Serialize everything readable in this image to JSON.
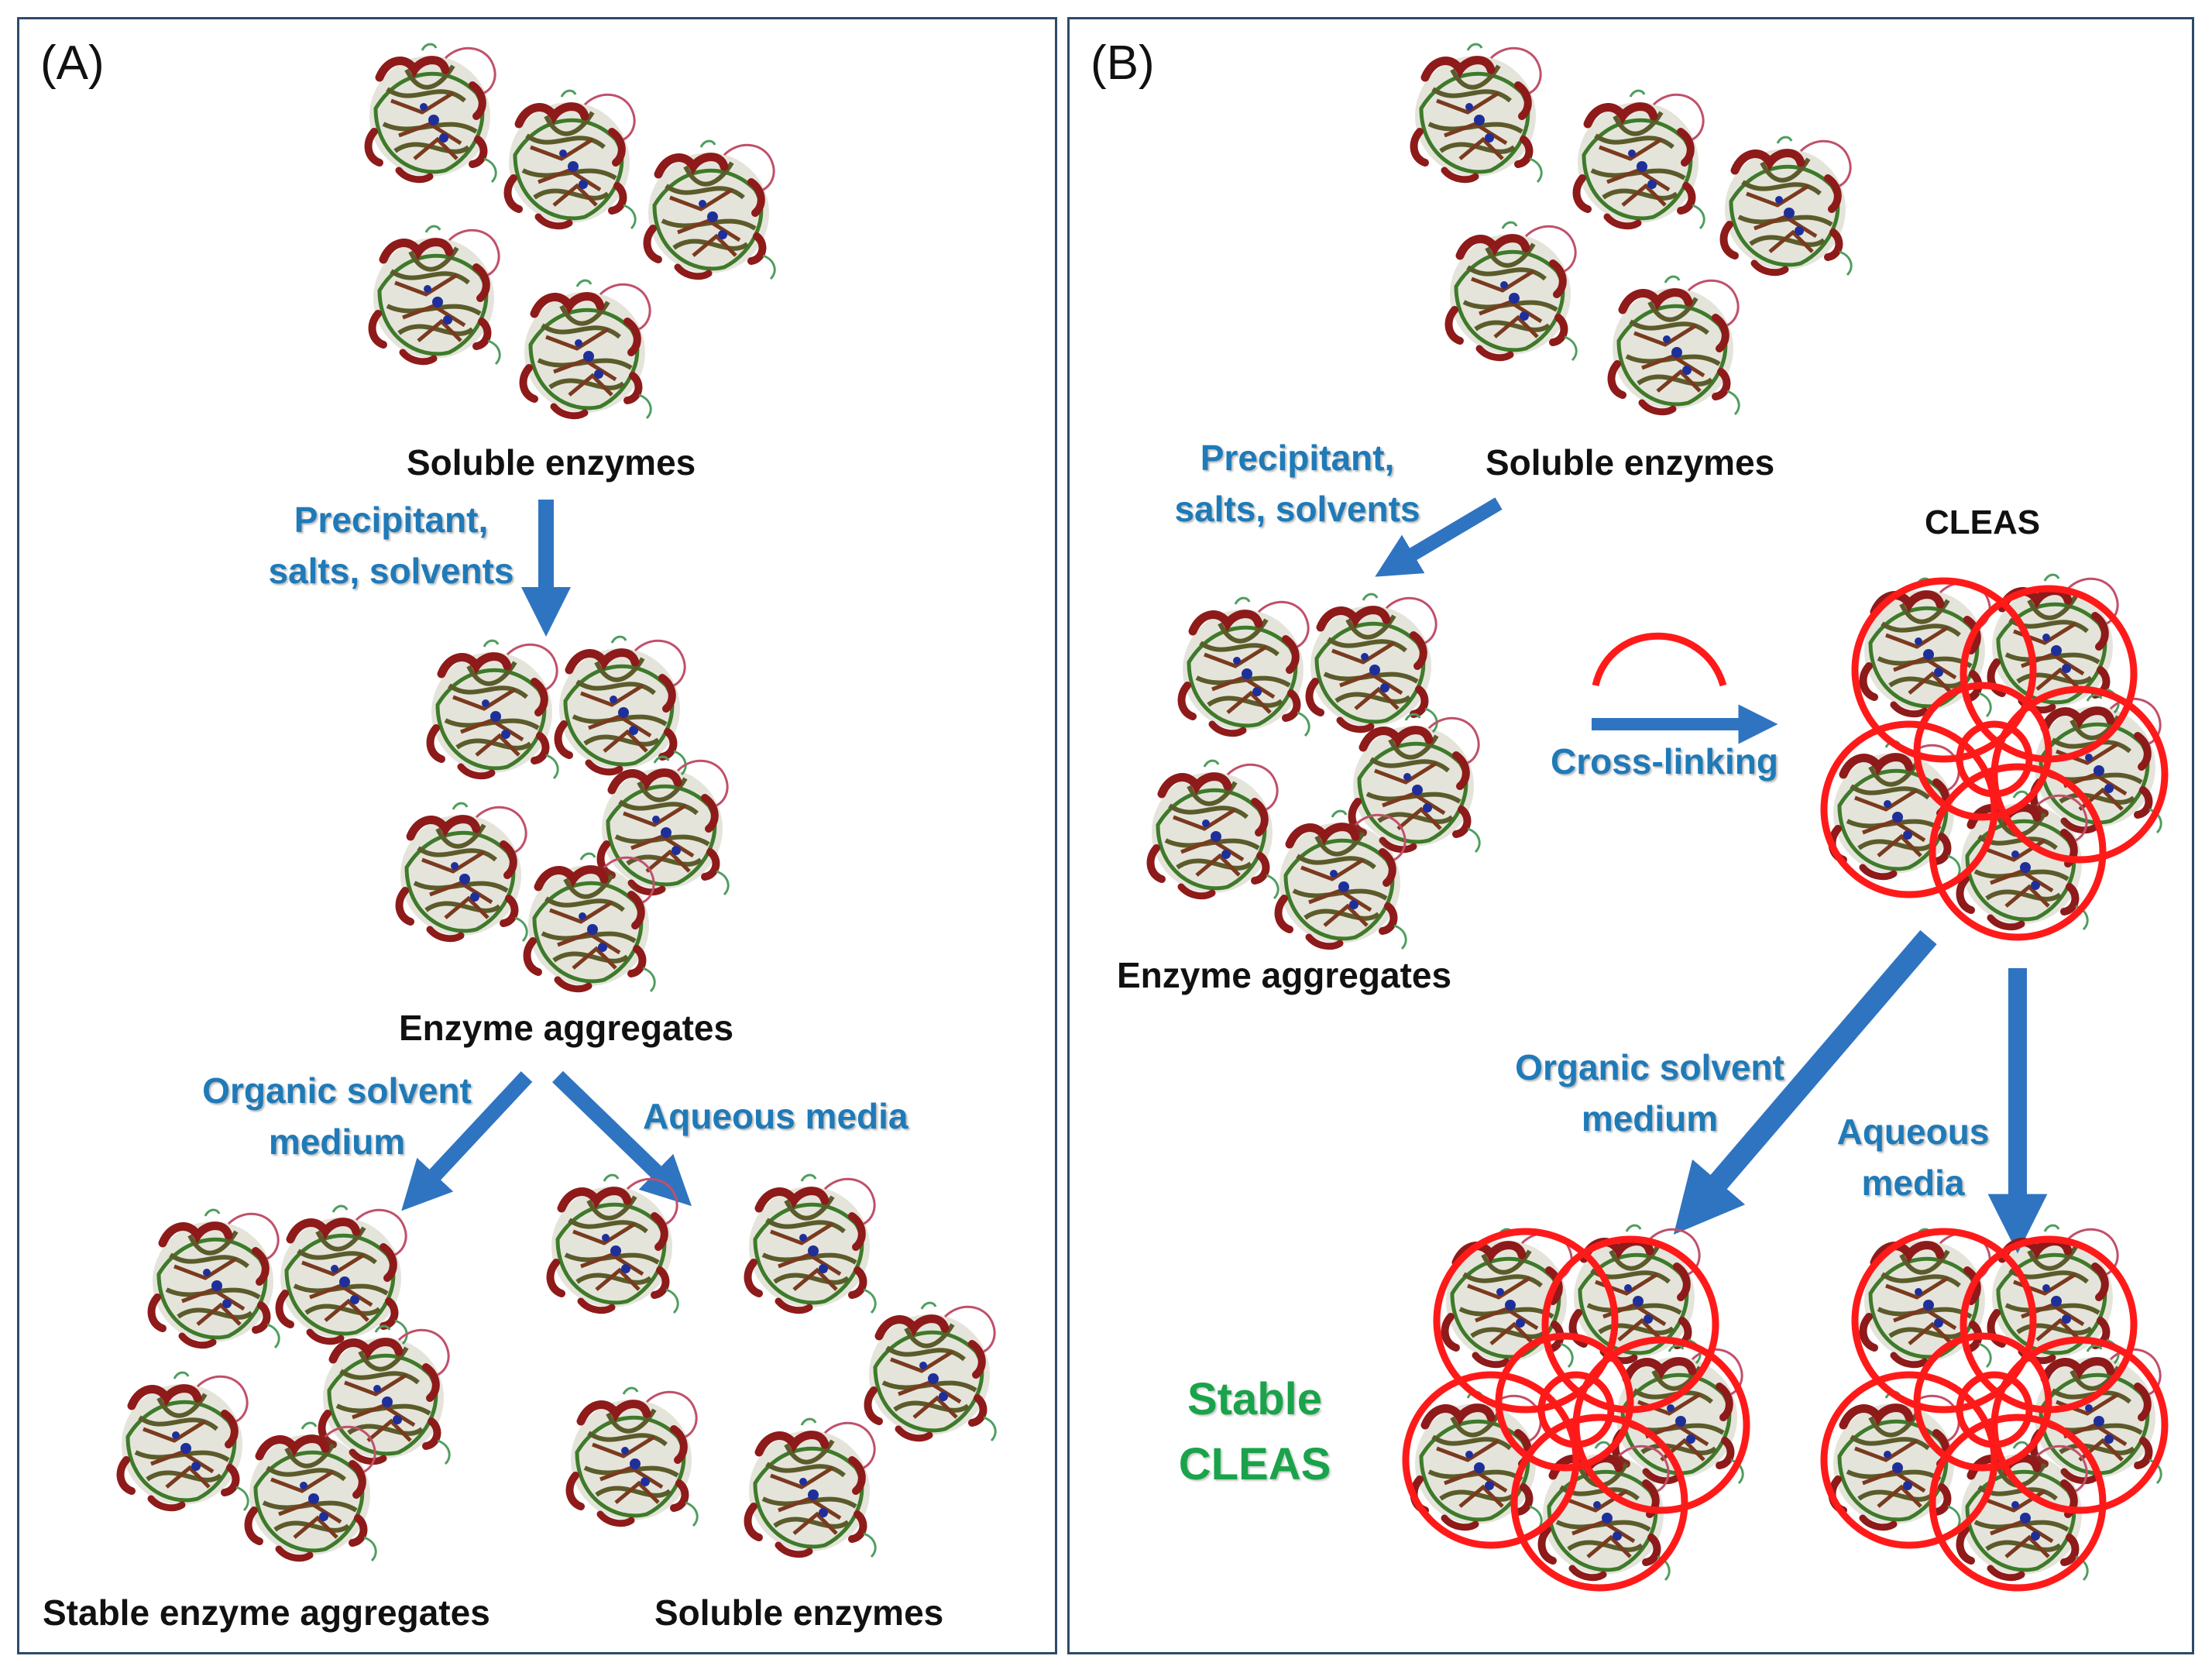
{
  "panel_a": {
    "tag": "(A)",
    "soluble_top": "Soluble enzymes",
    "precipitant": [
      "Precipitant,",
      "salts, solvents"
    ],
    "aggregates": "Enzyme aggregates",
    "organic": [
      "Organic solvent",
      "medium"
    ],
    "aqueous": "Aqueous media",
    "stable_aggregates": "Stable enzyme aggregates",
    "soluble_bottom": "Soluble enzymes"
  },
  "panel_b": {
    "tag": "(B)",
    "soluble_top": "Soluble enzymes",
    "precipitant": [
      "Precipitant,",
      "salts, solvents"
    ],
    "cleas": "CLEAS",
    "crosslinking": "Cross-linking",
    "aggregates": "Enzyme aggregates",
    "organic": [
      "Organic solvent",
      "medium"
    ],
    "aqueous": [
      "Aqueous",
      "media"
    ],
    "stable_cleas": [
      "Stable",
      "CLEAS"
    ]
  },
  "colors": {
    "arrow": "#2f74c1",
    "label_blue": "#1f7ab8",
    "label_green": "#1aa34a",
    "crosslink_red": "#ff1a1a",
    "protein_dark_red": "#8e1a1a",
    "protein_green": "#3e7a2a",
    "protein_blue": "#1f2f9a",
    "border": "#2e4a6b"
  }
}
